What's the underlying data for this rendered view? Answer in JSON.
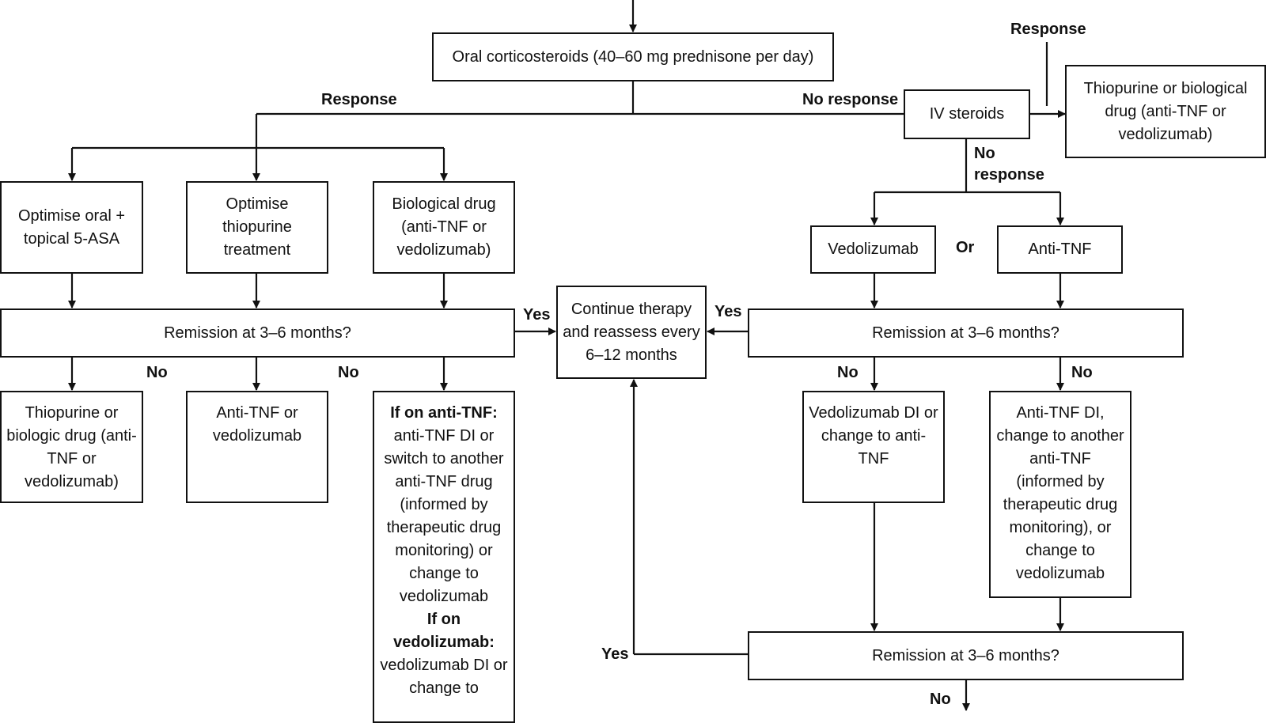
{
  "boxes": {
    "oral_cs": "Oral corticosteroids (40–60 mg prednisone per day)",
    "iv_steroids": "IV steroids",
    "thio_bio_top": "Thiopurine or biological drug (anti-TNF or vedolizumab)",
    "opt_5asa": "Optimise oral + topical 5-ASA",
    "opt_thio": "Optimise thiopurine treatment",
    "bio_drug": "Biological drug (anti-TNF or vedolizumab)",
    "vedolizumab": "Vedolizumab",
    "anti_tnf": "Anti-TNF",
    "remission_left": "Remission at 3–6 months?",
    "continue": "Continue therapy and reassess every 6–12 months",
    "remission_right": "Remission at 3–6 months?",
    "thio_bio_left": "Thiopurine or biologic drug (anti-TNF or vedolizumab)",
    "antitnf_or_vedo": "Anti-TNF or vedolizumab",
    "if_antitnf_head": "If on anti-TNF:",
    "if_antitnf_body": "anti-TNF DI or switch to another anti-TNF drug (informed by therapeutic drug monitoring) or change to vedolizumab",
    "if_vedo_head": "If on vedolizumab:",
    "if_vedo_body": "vedolizumab DI or change to",
    "vedo_di": "Vedolizumab DI or change to anti-TNF",
    "antitnf_di": "Anti-TNF DI, change to another anti-TNF (informed by therapeutic drug monitoring), or change to vedolizumab",
    "remission_bottom": "Remission at 3–6 months?"
  },
  "labels": {
    "response": "Response",
    "no_response": "No response",
    "response_top": "Response",
    "no": "No",
    "no_response_split_1": "No",
    "no_response_split_2": "response",
    "or": "Or",
    "yes": "Yes"
  }
}
